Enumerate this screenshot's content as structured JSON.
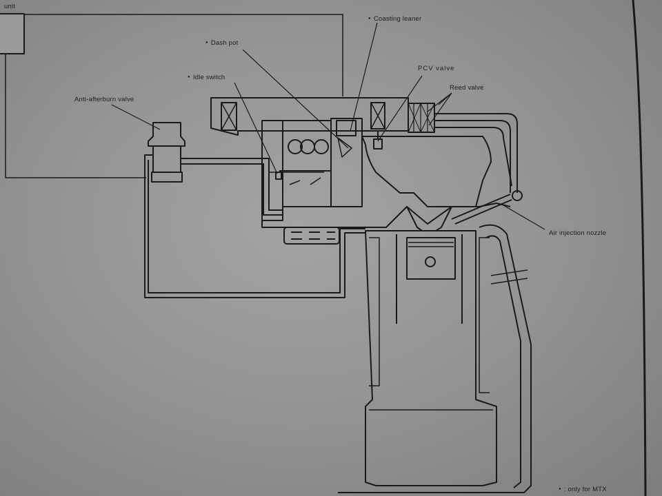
{
  "labels": {
    "unit": "unit",
    "coasting_leaner": "Coasting leaner",
    "dash_pot": "Dash pot",
    "pcv_valve": "PCV valve",
    "idle_switch": "Idle switch",
    "reed_valve": "Reed valve",
    "anti_afterburn_valve": "Anti-afterburn valve",
    "air_injection_nozzle": "Air  injection nozzle",
    "footnote": ": only for MTX"
  }
}
